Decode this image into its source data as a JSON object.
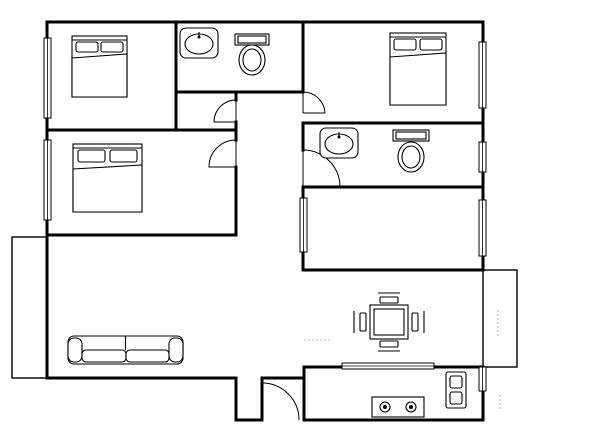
{
  "colors": {
    "background": "#ffffff",
    "wall": "#000000",
    "fixture": "#000000"
  },
  "rooms": [
    {
      "id": "bedroom-top-left",
      "type": "bedroom"
    },
    {
      "id": "bathroom-top",
      "type": "bathroom"
    },
    {
      "id": "bedroom-top-right",
      "type": "bedroom"
    },
    {
      "id": "bedroom-middle-left",
      "type": "bedroom"
    },
    {
      "id": "bathroom-middle-right",
      "type": "bathroom"
    },
    {
      "id": "room-right",
      "type": "room"
    },
    {
      "id": "living-room",
      "type": "living-room"
    },
    {
      "id": "dining-area",
      "type": "dining"
    },
    {
      "id": "kitchen",
      "type": "kitchen"
    },
    {
      "id": "hallway",
      "type": "hallway"
    }
  ],
  "icons": [
    "bed-icon",
    "sink-icon",
    "toilet-icon",
    "sofa-icon",
    "dining-table-icon",
    "stove-icon",
    "kitchen-sink-icon",
    "door-icon",
    "window-icon"
  ]
}
